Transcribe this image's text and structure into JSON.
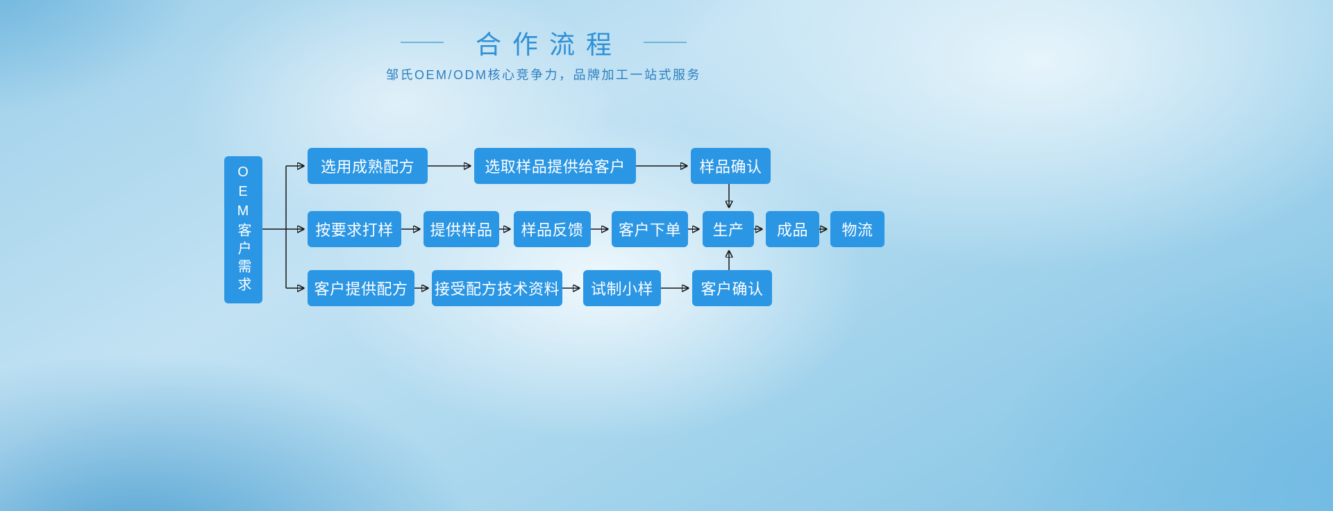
{
  "header": {
    "title": "合作流程",
    "subtitle": "邹氏OEM/ODM核心竞争力，品牌加工一站式服务"
  },
  "flowchart": {
    "root_label": "OEM客户需求",
    "row_top": [
      "选用成熟配方",
      "选取样品提供给客户",
      "样品确认"
    ],
    "row_middle": [
      "按要求打样",
      "提供样品",
      "样品反馈",
      "客户下单",
      "生产",
      "成品",
      "物流"
    ],
    "row_bottom": [
      "客户提供配方",
      "接受配方技术资料",
      "试制小样",
      "客户确认"
    ]
  },
  "colors": {
    "box_blue": "#2b96e4",
    "title_blue": "#2f90d6",
    "subtitle_blue": "#2d7fc1",
    "divider_blue": "#6fb3dc",
    "arrow_color": "#161616"
  }
}
